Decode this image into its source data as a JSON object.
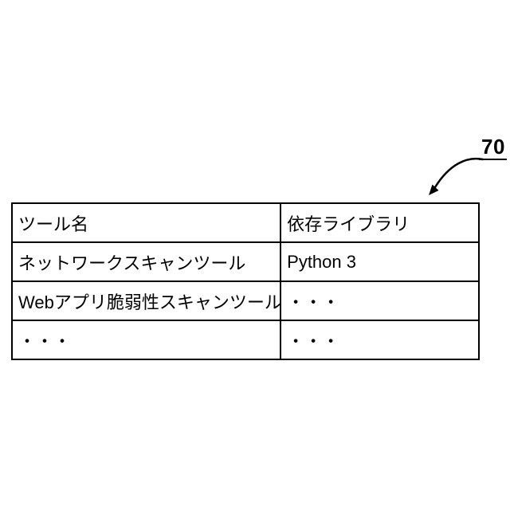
{
  "figure": {
    "reference_label": "70"
  },
  "table": {
    "columns": [
      "ツール名",
      "依存ライブラリ"
    ],
    "rows": [
      [
        "ネットワークスキャンツール",
        "Python 3"
      ],
      [
        "Webアプリ脆弱性スキャンツール",
        "・・・"
      ],
      [
        "・・・",
        "・・・"
      ]
    ]
  },
  "colors": {
    "line": "#000000",
    "background": "#ffffff"
  }
}
